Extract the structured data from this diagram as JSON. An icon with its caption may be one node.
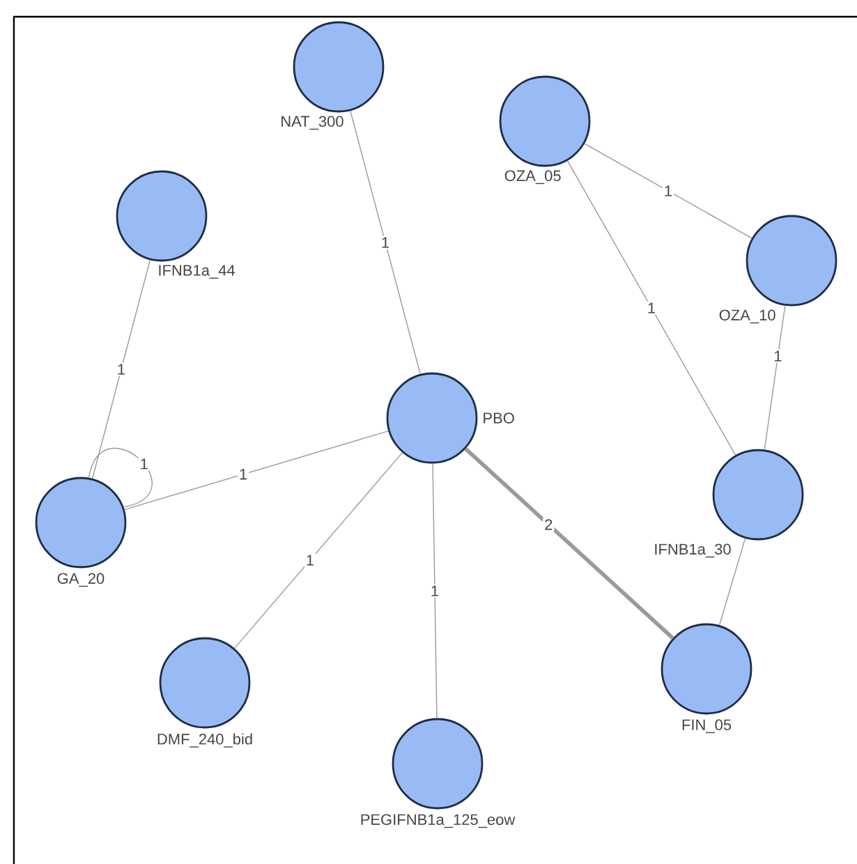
{
  "diagram": {
    "nodes": [
      {
        "text": [
          "NAT_300"
        ]
      },
      {
        "text": [
          "OZA_05"
        ]
      },
      {
        "text": [
          "IFNB1a_44"
        ]
      },
      {
        "text": [
          "OZA_10"
        ]
      },
      {
        "text": [
          "PBO"
        ]
      },
      {
        "text": [
          "GA_20"
        ]
      },
      {
        "text": [
          "IFNB1a_30"
        ]
      },
      {
        "text": [
          "DMF_240_bid"
        ]
      },
      {
        "text": [
          "FIN_05"
        ]
      },
      {
        "text": [
          "PEGIFNB1a_125_eow"
        ]
      }
    ],
    "edges": [
      {
        "from": 0,
        "to": 4,
        "arrow": "none",
        "label": "1"
      },
      {
        "from": 1,
        "to": 3,
        "arrow": "none",
        "label": "1"
      },
      {
        "from": 1,
        "to": 6,
        "arrow": "none",
        "label": "1"
      },
      {
        "from": 3,
        "to": 6,
        "arrow": "none",
        "label": "1"
      },
      {
        "from": 2,
        "to": 5,
        "arrow": "none",
        "label": "1"
      },
      {
        "from": 5,
        "to": 5,
        "arrow": "none",
        "label": "1"
      },
      {
        "from": 5,
        "to": 4,
        "arrow": "none",
        "label": "1"
      },
      {
        "from": 7,
        "to": 4,
        "arrow": "none",
        "label": "1"
      },
      {
        "from": 4,
        "to": 9,
        "arrow": "none",
        "label": "1"
      },
      {
        "from": 4,
        "to": 8,
        "arrow": "none",
        "label": "2",
        "style": "thick"
      },
      {
        "from": 6,
        "to": 8,
        "arrow": "none"
      }
    ]
  }
}
